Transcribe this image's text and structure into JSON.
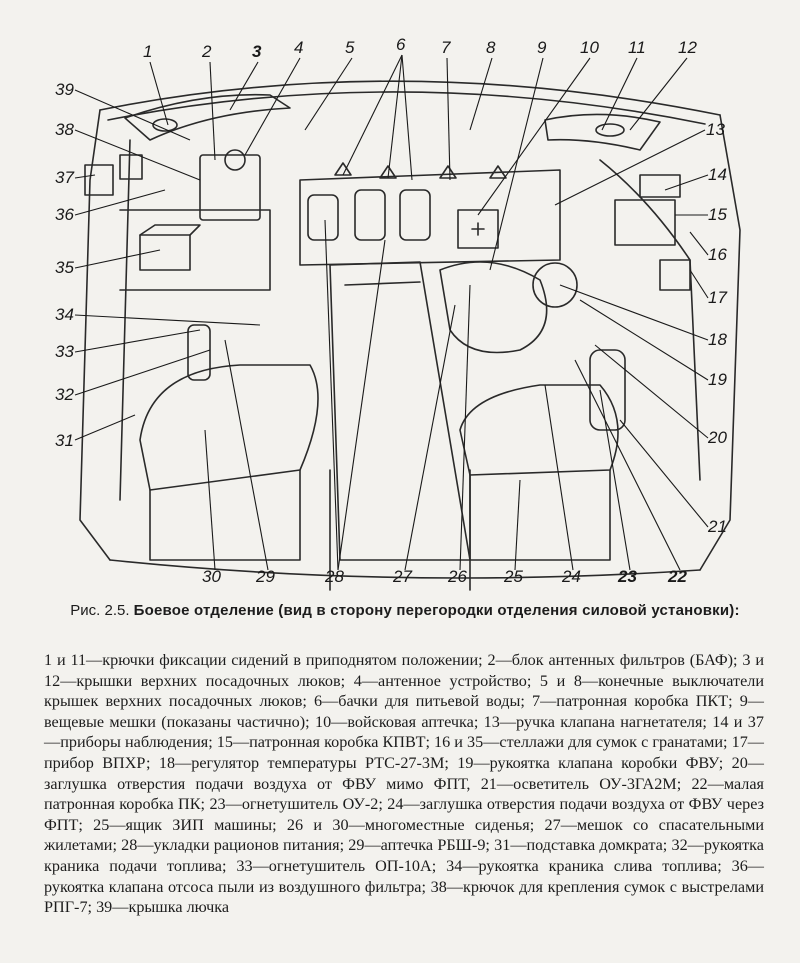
{
  "figure": {
    "callouts": [
      "1",
      "2",
      "3",
      "4",
      "5",
      "6",
      "7",
      "8",
      "9",
      "10",
      "11",
      "12",
      "13",
      "14",
      "15",
      "16",
      "17",
      "18",
      "19",
      "20",
      "21",
      "22",
      "23",
      "24",
      "25",
      "26",
      "27",
      "28",
      "29",
      "30",
      "31",
      "32",
      "33",
      "34",
      "35",
      "36",
      "37",
      "38",
      "39"
    ]
  },
  "caption": {
    "number": "Рис. 2.5.",
    "title": "Боевое отделение (вид в сторону перегородки отделения силовой установки):"
  },
  "legend": "1 и 11—крючки фиксации сидений в приподнятом положении; 2—блок антенных фильтров (БАФ); 3 и 12—крышки верхних посадочных люков; 4—антенное устройство; 5 и 8—конечные выключатели крышек верхних посадочных люков; 6—бачки для питьевой воды; 7—патронная коробка ПКТ; 9—вещевые мешки (показаны частично); 10—войсковая аптечка; 13—ручка клапана нагнетателя; 14 и 37—приборы наблюдения; 15—патронная коробка КПВТ; 16 и 35—стеллажи для сумок с гранатами; 17—прибор ВПХР; 18—регулятор температуры РТС-27-3М; 19—рукоятка клапана коробки ФВУ; 20—заглушка отверстия подачи воздуха от ФВУ мимо ФПТ, 21—осветитель ОУ-3ГА2М; 22—малая патронная коробка ПК; 23—огнетушитель ОУ-2; 24—заглушка отверстия подачи воздуха от ФВУ через ФПТ; 25—ящик ЗИП машины; 26 и 30—многоместные сиденья; 27—мешок со спасательными жилетами; 28—укладки рационов питания; 29—аптечка РБШ-9; 31—подставка домкрата; 32—рукоятка краника подачи топлива; 33—огнетушитель ОП-10А; 34—рукоятка краника слива топлива; 36—рукоятка клапана отсоса пыли из воздушного фильтра; 38—крючок для крепления сумок с выстрелами РПГ-7; 39—крышка лючка"
}
